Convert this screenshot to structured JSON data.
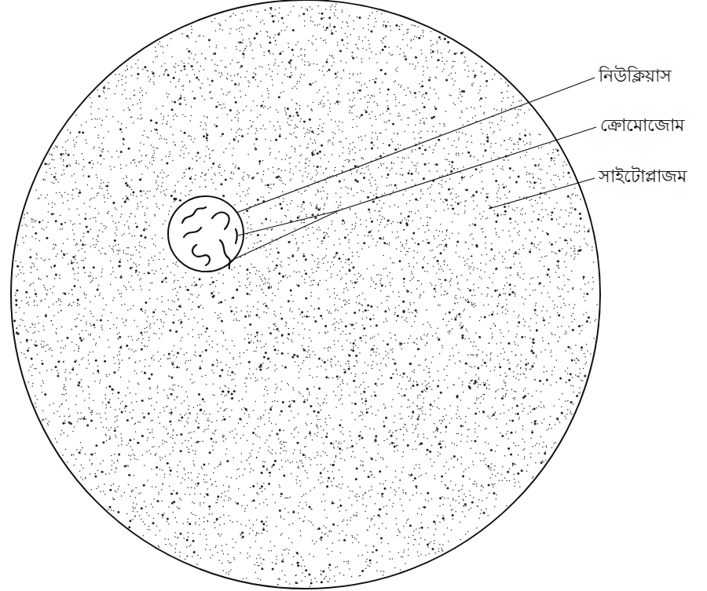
{
  "diagram": {
    "labels": [
      "নিউক্লিয়াস",
      "ক্রোমোজোম",
      "সাইটোপ্লাজম"
    ]
  }
}
